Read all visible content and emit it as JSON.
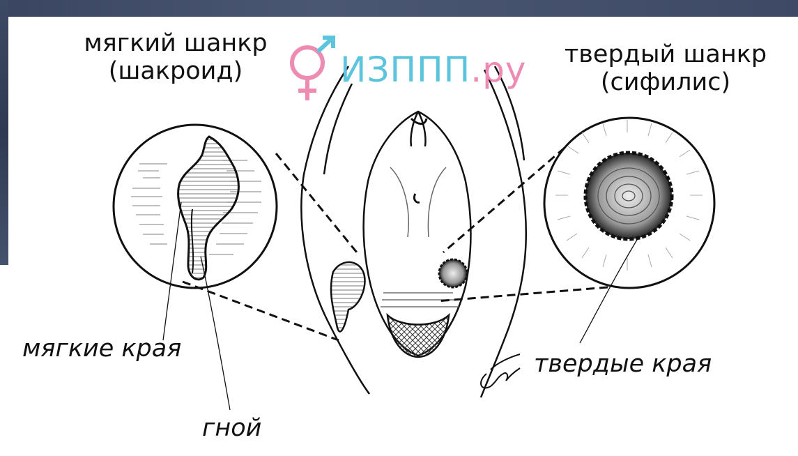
{
  "labels": {
    "soft_chancre_title": "мягкий шанкр",
    "soft_chancre_sub": "(шакроид)",
    "hard_chancre_title": "твердый шанкр",
    "hard_chancre_sub": "(сифилис)",
    "soft_edges": "мягкие края",
    "pus": "гной",
    "hard_edges": "твердые края"
  },
  "watermark": {
    "text": "ИЗППП",
    "suffix": ".ру",
    "primary_color": "#5cc4dc",
    "accent_color": "#ee8bb3"
  },
  "colors": {
    "ink": "#111111",
    "background": "#ffffff"
  }
}
